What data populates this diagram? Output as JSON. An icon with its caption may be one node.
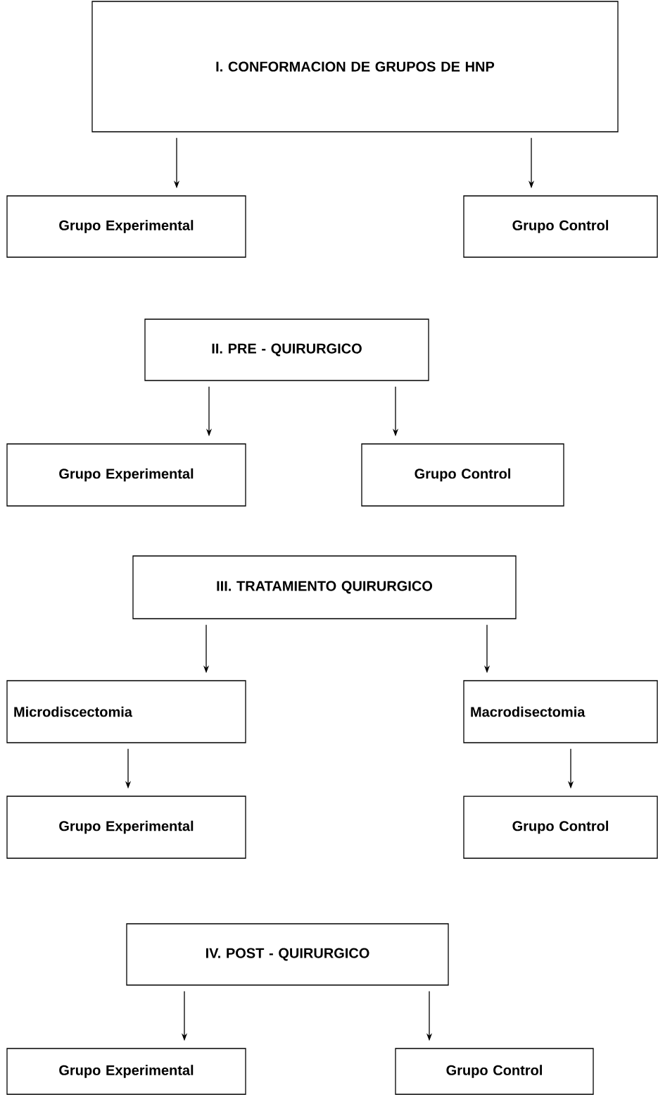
{
  "diagram": {
    "nodes": [
      {
        "text": [
          "I. CONFORMACION DE GRUPOS DE HNP"
        ]
      },
      {
        "text": [
          "Grupo Experimental"
        ]
      },
      {
        "text": [
          "Grupo Control"
        ]
      },
      {
        "text": [
          "II. PRE - QUIRURGICO"
        ]
      },
      {
        "text": [
          "Grupo Experimental"
        ]
      },
      {
        "text": [
          "Grupo Control"
        ]
      },
      {
        "text": [
          "III. TRATAMIENTO QUIRURGICO"
        ]
      },
      {
        "text": [
          "Microdiscectomia"
        ]
      },
      {
        "text": [
          "Macrodisectomia"
        ]
      },
      {
        "text": [
          "Grupo Experimental"
        ]
      },
      {
        "text": [
          "Grupo Control"
        ]
      },
      {
        "text": [
          "IV. POST - QUIRURGICO"
        ]
      },
      {
        "text": [
          "Grupo Experimental"
        ]
      },
      {
        "text": [
          "Grupo Control"
        ]
      }
    ],
    "edges": [
      {
        "from": 0,
        "to": 1,
        "arrow": "to"
      },
      {
        "from": 0,
        "to": 2,
        "arrow": "to"
      },
      {
        "from": 3,
        "to": 4,
        "arrow": "to"
      },
      {
        "from": 3,
        "to": 5,
        "arrow": "to"
      },
      {
        "from": 6,
        "to": 7,
        "arrow": "to"
      },
      {
        "from": 6,
        "to": 8,
        "arrow": "to"
      },
      {
        "from": 7,
        "to": 9,
        "arrow": "to"
      },
      {
        "from": 8,
        "to": 10,
        "arrow": "to"
      },
      {
        "from": 11,
        "to": 12,
        "arrow": "to"
      },
      {
        "from": 11,
        "to": 13,
        "arrow": "to"
      }
    ]
  }
}
